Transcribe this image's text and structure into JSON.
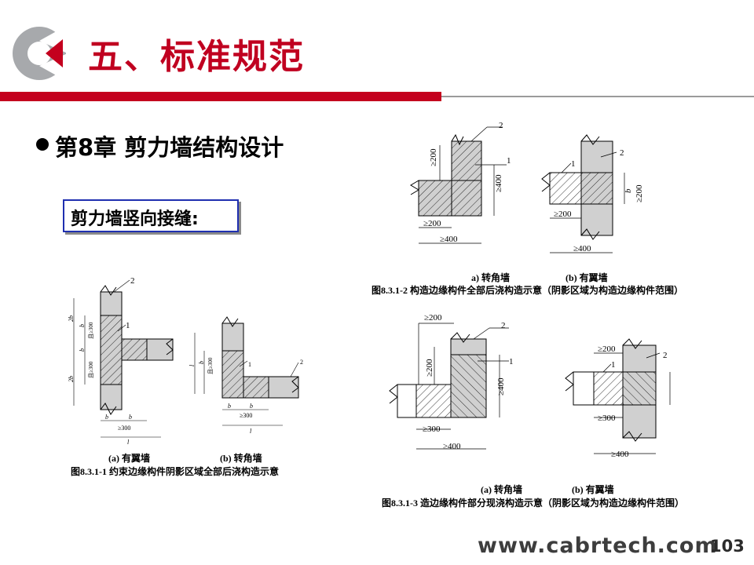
{
  "header": {
    "title": "五、标准规范",
    "colors": {
      "accent": "#c4001e",
      "logo_grey": "#a7a9ac",
      "divider": "#9a9a9a"
    }
  },
  "content": {
    "chapter": "第8章 剪力墙结构设计",
    "note": "剪力墙竖向接缝:"
  },
  "figures": {
    "fig_8_3_1_2": {
      "sub_a": "a)  转角墙",
      "sub_b": "(b)  有翼墙",
      "caption": "图8.3.1-2  构造边缘构件全部后浇构造示意（阴影区域为构造边缘构件范围）",
      "a_dim_top": "≥200",
      "a_dim_bottom": "≥200",
      "a_dim_side": "≥400",
      "a_dim_total": "≥400",
      "b_dim_side": "≥200",
      "b_dim_bw": "b",
      "b_dim_bw_sub": "w",
      "b_dim_bottom": "≥200",
      "b_dim_total": "≥400",
      "label_1": "1",
      "label_2": "2"
    },
    "fig_8_3_1_1": {
      "sub_a": "(a)  有翼墙",
      "sub_b": "(b)  转角墙",
      "caption": "图8.3.1-1  约束边缘构件阴影区域全部后浇构造示意",
      "a_2bf": "2b",
      "a_bf": "b",
      "a_sub_f": "f",
      "a_sub_w": "w",
      "a_ge300": "且≥300",
      "a_ge300_b": "≥300",
      "a_lc": "l",
      "a_sub_c": "c",
      "label_1": "1",
      "label_2": "2"
    },
    "fig_8_3_1_3": {
      "sub_a": "(a)  转角墙",
      "sub_b": "(b)  有翼墙",
      "caption": "图8.3.1-3 造边缘构件部分现浇构造示意（阴影区域为构造边缘构件范围）",
      "a_dim_top": "≥200",
      "a_dim_side": "≥200",
      "a_dim_right": "≥400",
      "a_dim_bottom": "≥300",
      "a_dim_total": "≥400",
      "b_dim_top": "≥200",
      "b_dim_bottom": "≥300",
      "b_dim_total": "≥400",
      "label_1": "1",
      "label_2": "2"
    }
  },
  "footer": {
    "url": "www.cabrtech.com",
    "page_number": "103"
  }
}
